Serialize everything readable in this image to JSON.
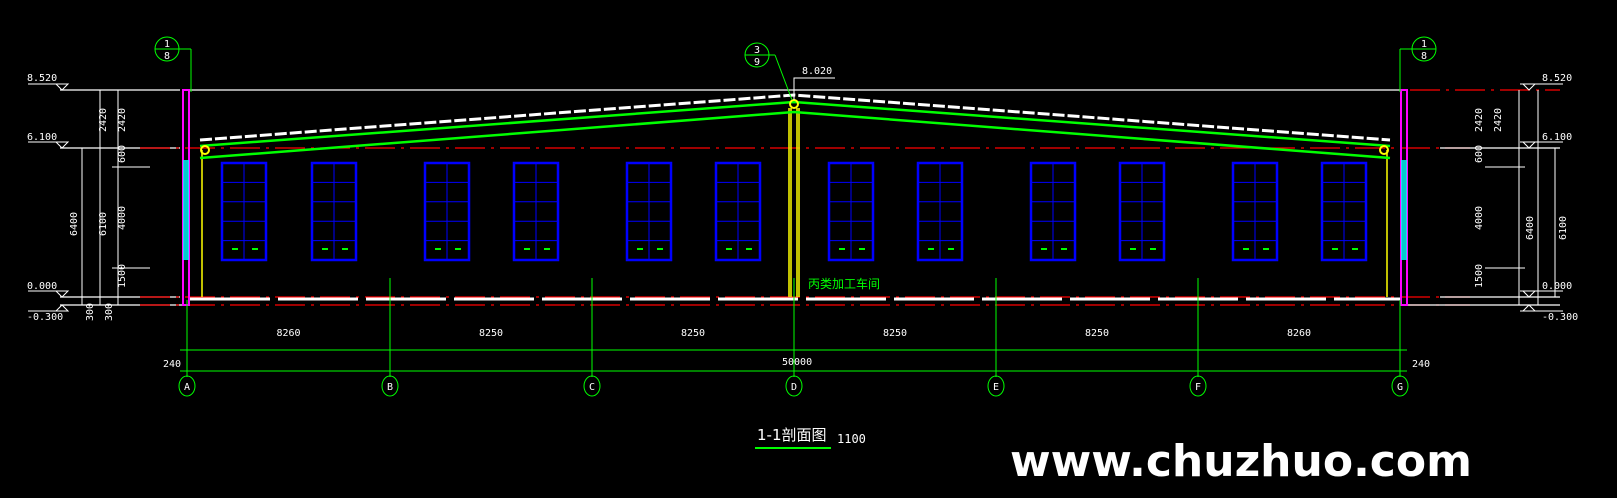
{
  "drawing": {
    "title": "1-1剖面图",
    "scale": "1100",
    "room_label": "丙类加工车间",
    "ridge_elevation": "8.020",
    "watermark": "www.chuzhuo.com",
    "colors": {
      "background": "#000000",
      "grid": "#00ff00",
      "window": "#0000ff",
      "column": "#ffff00",
      "wall": "#ff00ff",
      "axis_dash": "#ff0000",
      "glass": "#00ffff",
      "text": "#ffffff"
    }
  },
  "levels": {
    "left": [
      "8.520",
      "6.100",
      "0.000",
      "-0.300"
    ],
    "right": [
      "8.520",
      "6.100",
      "0.000",
      "-0.300"
    ]
  },
  "callouts": {
    "left": {
      "top": "1",
      "bottom": "8"
    },
    "center": {
      "top": "3",
      "bottom": "9"
    },
    "right": {
      "top": "1",
      "bottom": "8"
    }
  },
  "vertical_dims": {
    "left_outer": "6400",
    "left_middle": [
      "2420",
      "6100"
    ],
    "left_inner": [
      "2420",
      "600",
      "4000",
      "1500"
    ],
    "left_base": [
      "300",
      "300"
    ],
    "right_inner": [
      "2420",
      "600",
      "4000",
      "1500"
    ],
    "right_outer": [
      "2420",
      "6400",
      "6100"
    ]
  },
  "horizontal_dims": {
    "spans": [
      "8260",
      "8250",
      "8250",
      "8250",
      "8250",
      "8260"
    ],
    "total": "50000",
    "offset_left": "240",
    "offset_right": "240"
  },
  "axes": [
    "A",
    "B",
    "C",
    "D",
    "E",
    "F",
    "G"
  ],
  "window_count": 12
}
